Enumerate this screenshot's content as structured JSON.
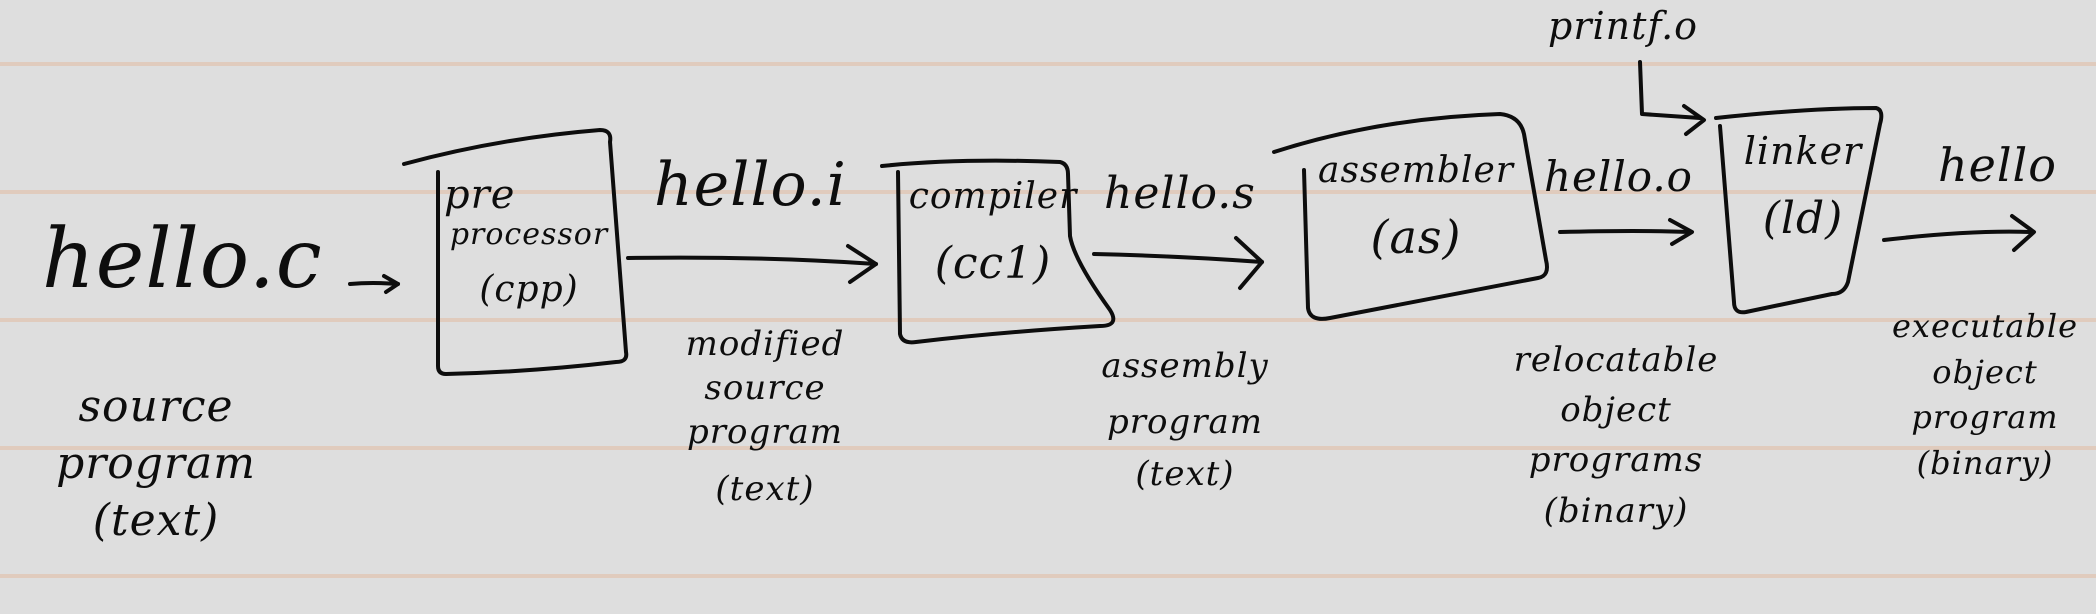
{
  "colors": {
    "paper": "#dedede",
    "rule_line": "#e0c4b2",
    "ink": "#0d0d0d"
  },
  "source": {
    "file": "hello.c",
    "caption": [
      "source",
      "program",
      "(text)"
    ]
  },
  "preprocessor": {
    "label_line1": "pre",
    "label_line2": "processor",
    "tool": "(cpp)"
  },
  "hello_i": {
    "file": "hello.i",
    "caption": [
      "modified",
      "source",
      "program",
      "(text)"
    ]
  },
  "compiler": {
    "label": "compiler",
    "tool": "(cc1)"
  },
  "hello_s": {
    "file": "hello.s",
    "caption": [
      "assembly",
      "program",
      "(text)"
    ]
  },
  "assembler": {
    "label": "assembler",
    "tool": "(as)"
  },
  "hello_o": {
    "file": "hello.o",
    "caption": [
      "relocatable",
      "object",
      "programs",
      "(binary)"
    ]
  },
  "printf_o": {
    "file": "printf.o"
  },
  "linker": {
    "label": "linker",
    "tool": "(ld)"
  },
  "hello": {
    "file": "hello",
    "caption": [
      "executable",
      "object",
      "program",
      "(binary)"
    ]
  }
}
